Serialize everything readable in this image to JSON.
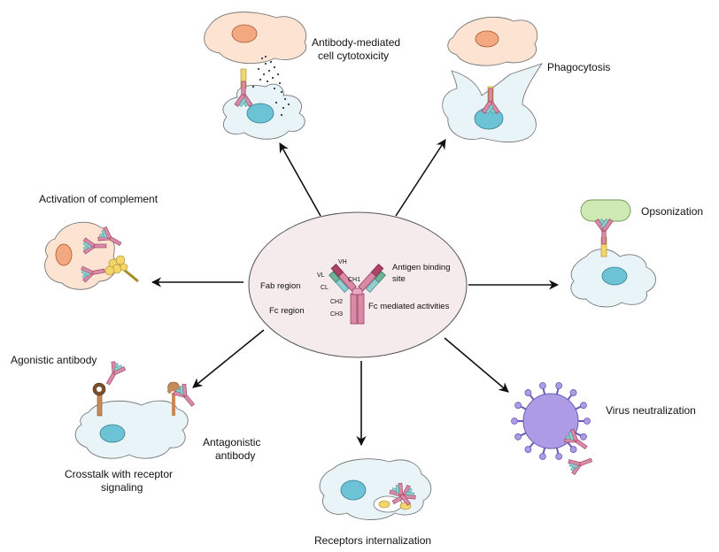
{
  "center": {
    "fab_region": "Fab region",
    "fc_region": "Fc region",
    "antigen_binding_site_line1": "Antigen binding",
    "antigen_binding_site_line2": "site",
    "fc_mediated_activities": "Fc mediated activities",
    "domains": {
      "vh": "VH",
      "vl": "VL",
      "cl": "CL",
      "ch1": "CH1",
      "ch2": "CH2",
      "ch3": "CH3"
    }
  },
  "functions": {
    "adcc_line1": "Antibody-mediated",
    "adcc_line2": "cell cytotoxicity",
    "phagocytosis": "Phagocytosis",
    "complement": "Activation of complement",
    "opsonization": "Opsonization",
    "agonistic": "Agonistic  antibody",
    "antagonistic_line1": "Antagonistic",
    "antagonistic_line2": "antibody",
    "crosstalk_line1": "Crosstalk with receptor",
    "crosstalk_line2": "signaling",
    "internalization": "Receptors internalization",
    "virus": "Virus neutralization"
  },
  "colors": {
    "cell_blue": "#e9f4f8",
    "nucleus_blue": "#6cc3d5",
    "target_orange": "#fde3d2",
    "target_nucleus": "#f4a87f",
    "antibody_pink": "#d98aa6",
    "antibody_dark": "#b0426a",
    "antibody_green": "#6fb49a",
    "antibody_teal": "#8fcfd2",
    "fc_yellow": "#f3d56a",
    "virus_purple": "#ad9be6",
    "opsonin_green": "#cfe9b4",
    "receptor_brown": "#c98a5a",
    "ellipse_fill": "#f6ebec"
  }
}
